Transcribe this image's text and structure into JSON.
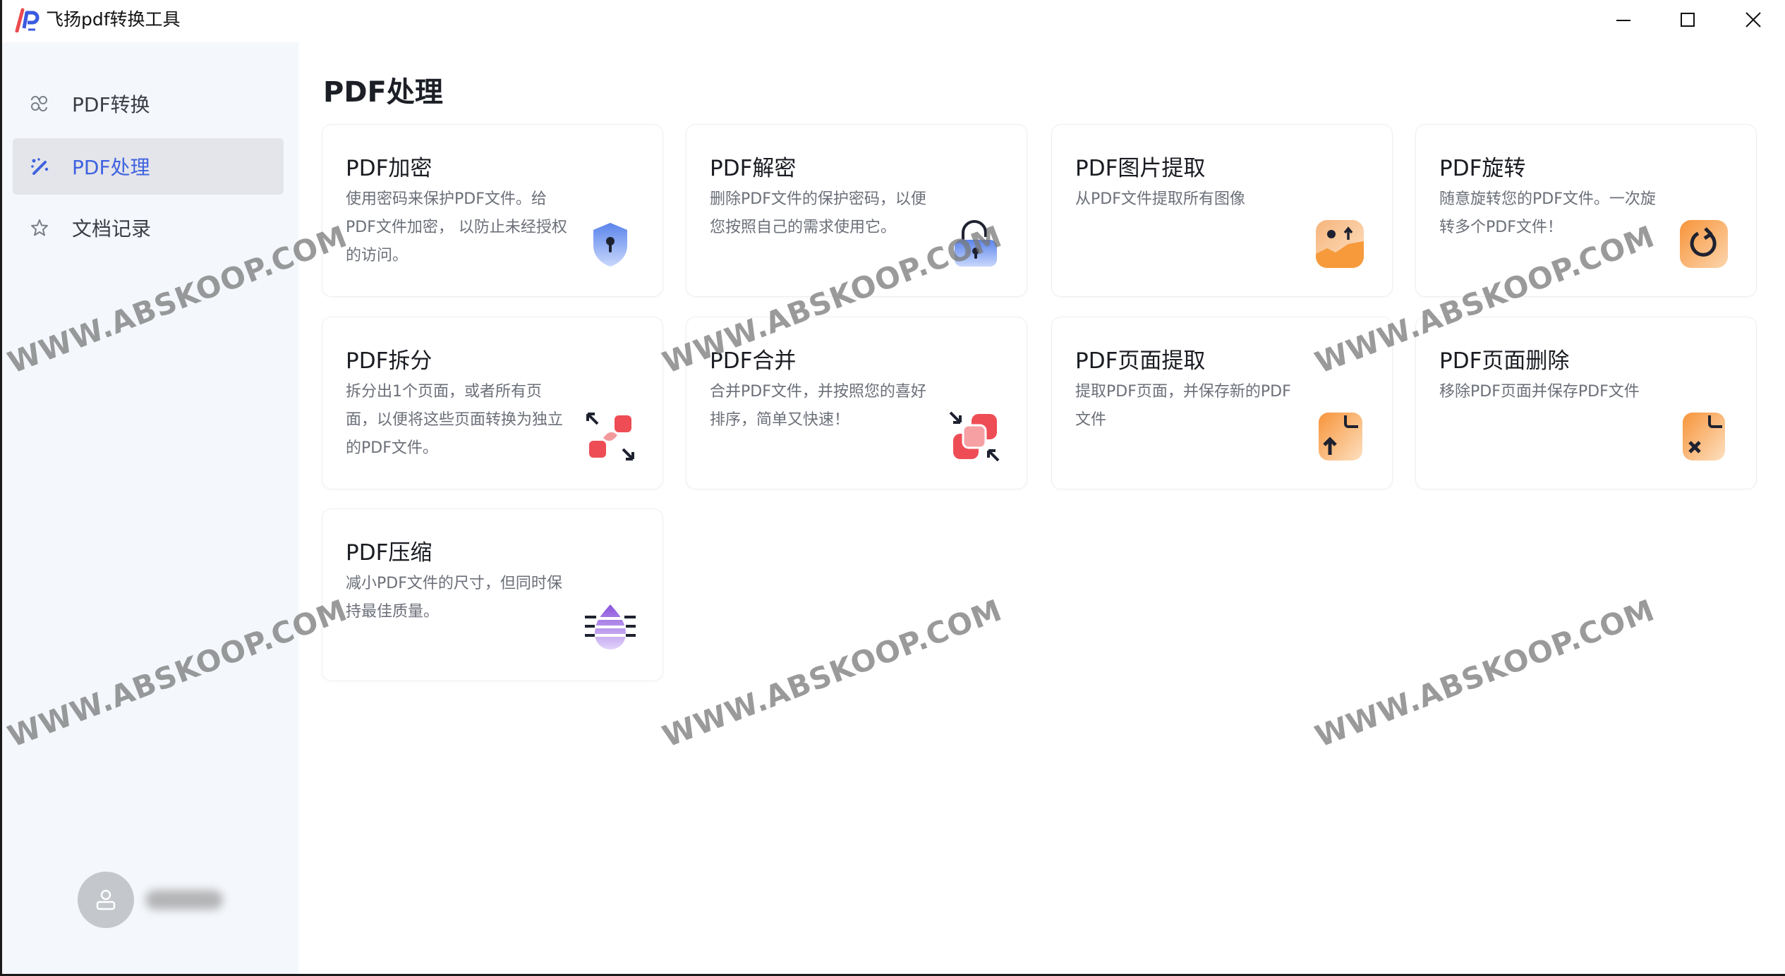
{
  "window": {
    "title": "飞扬pdf转换工具",
    "controls": {
      "minimize": "minimize-icon",
      "maximize": "maximize-icon",
      "close": "close-icon"
    }
  },
  "sidebar": {
    "items": [
      {
        "label": "PDF转换",
        "icon": "convert-icon",
        "active": false
      },
      {
        "label": "PDF处理",
        "icon": "magic-wand-icon",
        "active": true
      },
      {
        "label": "文档记录",
        "icon": "star-icon",
        "active": false
      }
    ],
    "user": {
      "avatar": "user-icon",
      "name": "[blurred]"
    }
  },
  "main": {
    "title": "PDF处理",
    "cards": [
      {
        "title": "PDF加密",
        "desc": "使用密码来保护PDF文件。给PDF文件加密， 以防止未经授权的访问。",
        "icon": "shield-lock-icon"
      },
      {
        "title": "PDF解密",
        "desc": "删除PDF文件的保护密码，以便您按照自己的需求使用它。",
        "icon": "unlock-icon"
      },
      {
        "title": "PDF图片提取",
        "desc": "从PDF文件提取所有图像",
        "icon": "image-extract-icon"
      },
      {
        "title": "PDF旋转",
        "desc": "随意旋转您的PDF文件。一次旋转多个PDF文件！",
        "icon": "rotate-icon"
      },
      {
        "title": "PDF拆分",
        "desc": "拆分出1个页面，或者所有页面，以便将这些页面转换为独立的PDF文件。",
        "icon": "split-icon"
      },
      {
        "title": "PDF合并",
        "desc": "合并PDF文件，并按照您的喜好排序，简单又快速！",
        "icon": "merge-icon"
      },
      {
        "title": "PDF页面提取",
        "desc": "提取PDF页面，并保存新的PDF文件",
        "icon": "page-extract-icon"
      },
      {
        "title": "PDF页面删除",
        "desc": "移除PDF页面并保存PDF文件",
        "icon": "page-delete-icon"
      },
      {
        "title": "PDF压缩",
        "desc": "减小PDF文件的尺寸，但同时保持最佳质量。",
        "icon": "compress-icon"
      }
    ]
  },
  "watermark": {
    "text": "WWW.ABSKOOP.COM"
  },
  "colors": {
    "accent": "#3f63e0",
    "sidebar_bg": "#f4f7fb",
    "active_item_bg": "#e4e5ea",
    "icon_blue": "#6b8ff0",
    "icon_orange": "#f7a04a",
    "icon_red": "#ee4d55",
    "icon_purple": "#9a6ae0"
  }
}
